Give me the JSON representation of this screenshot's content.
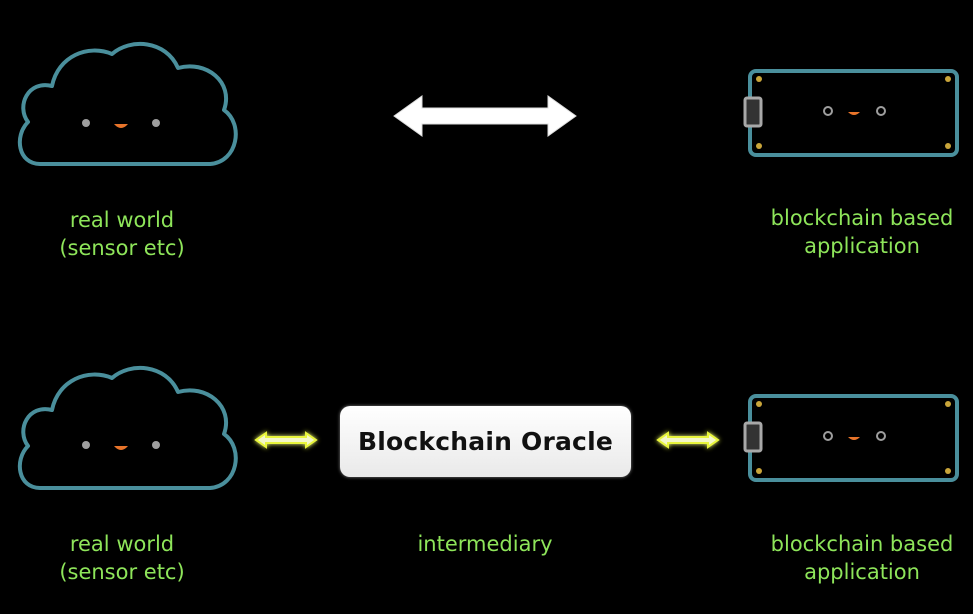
{
  "top_row": {
    "left_label_line1": "real world",
    "left_label_line2": "(sensor etc)",
    "right_label_line1": "blockchain based",
    "right_label_line2": "application"
  },
  "bottom_row": {
    "left_label_line1": "real world",
    "left_label_line2": "(sensor etc)",
    "oracle_title": "Blockchain Oracle",
    "oracle_caption": "intermediary",
    "right_label_line1": "blockchain based",
    "right_label_line2": "application"
  },
  "icons": {
    "cloud": "cloud-icon",
    "device": "device-icon",
    "arrow_direct": "double-arrow-icon",
    "arrow_linked": "double-arrow-icon"
  },
  "colors": {
    "background": "#000000",
    "label_green": "#8ee55a",
    "outline_teal": "#4a8f9c",
    "face_orange": "#e8742a",
    "face_eye": "#9e9e9e",
    "arrow_white": "#ffffff",
    "arrow_glow": "#e8f53a",
    "connector_gray": "#a8a8a8",
    "screw_gold": "#c9a53a"
  }
}
